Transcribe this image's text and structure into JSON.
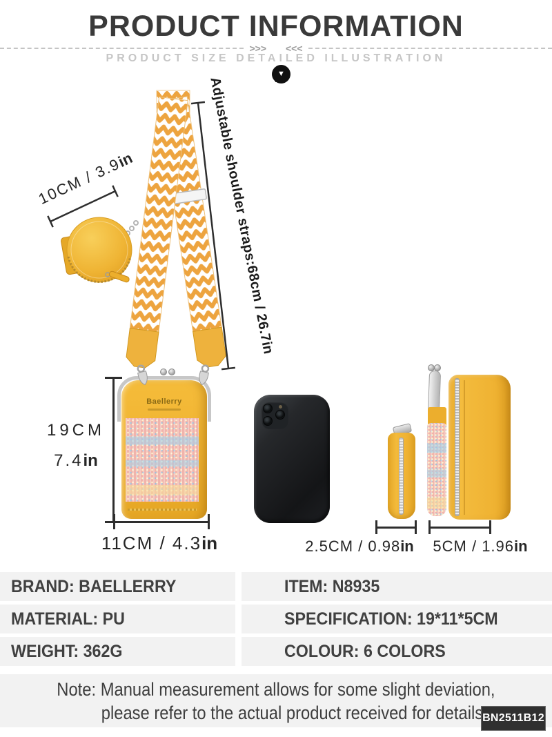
{
  "header": {
    "title": "PRODUCT INFORMATION",
    "subtitle": "PRODUCT SIZE DETAILED ILLUSTRATION",
    "arrows_left": ">>>",
    "arrows_right": "<<<"
  },
  "illustration": {
    "brand_logo": "Baellerry",
    "strap_label": {
      "text": "Adjustable shoulder straps:68cm / 26.7",
      "unit": "in"
    },
    "coin_purse": {
      "text": "10CM / 3.9",
      "unit": "in"
    },
    "bag_height_cm": "19CM",
    "bag_height_in": {
      "text": "7.4",
      "unit": "in"
    },
    "bag_width": {
      "text": "11CM / 4.3",
      "unit": "in"
    },
    "side_thin": {
      "text": "2.5CM / 0.98",
      "unit": "in"
    },
    "side_wide": {
      "text": "5CM / 1.96",
      "unit": "in"
    }
  },
  "spec_table": {
    "rows": [
      {
        "left": "BRAND: BAELLERRY",
        "right": "ITEM: N8935"
      },
      {
        "left": "MATERIAL: PU",
        "right": "SPECIFICATION: 19*11*5CM"
      },
      {
        "left": "WEIGHT: 362G",
        "right": "COLOUR: 6 COLORS"
      }
    ]
  },
  "note": {
    "line1": "Note: Manual measurement allows for some slight deviation,",
    "line2": "please refer to the actual product received for details"
  },
  "badge": "BN2511B12",
  "colors": {
    "bag_yellow": "#efb230",
    "strap_orange": "#eda43f",
    "fabric_pink": "#f1b4ab",
    "table_cell_bg": "#f2f2f2",
    "badge_bg": "#303030",
    "text_dark": "#3a3a3a",
    "subtitle_gray": "#c6c6c6"
  }
}
